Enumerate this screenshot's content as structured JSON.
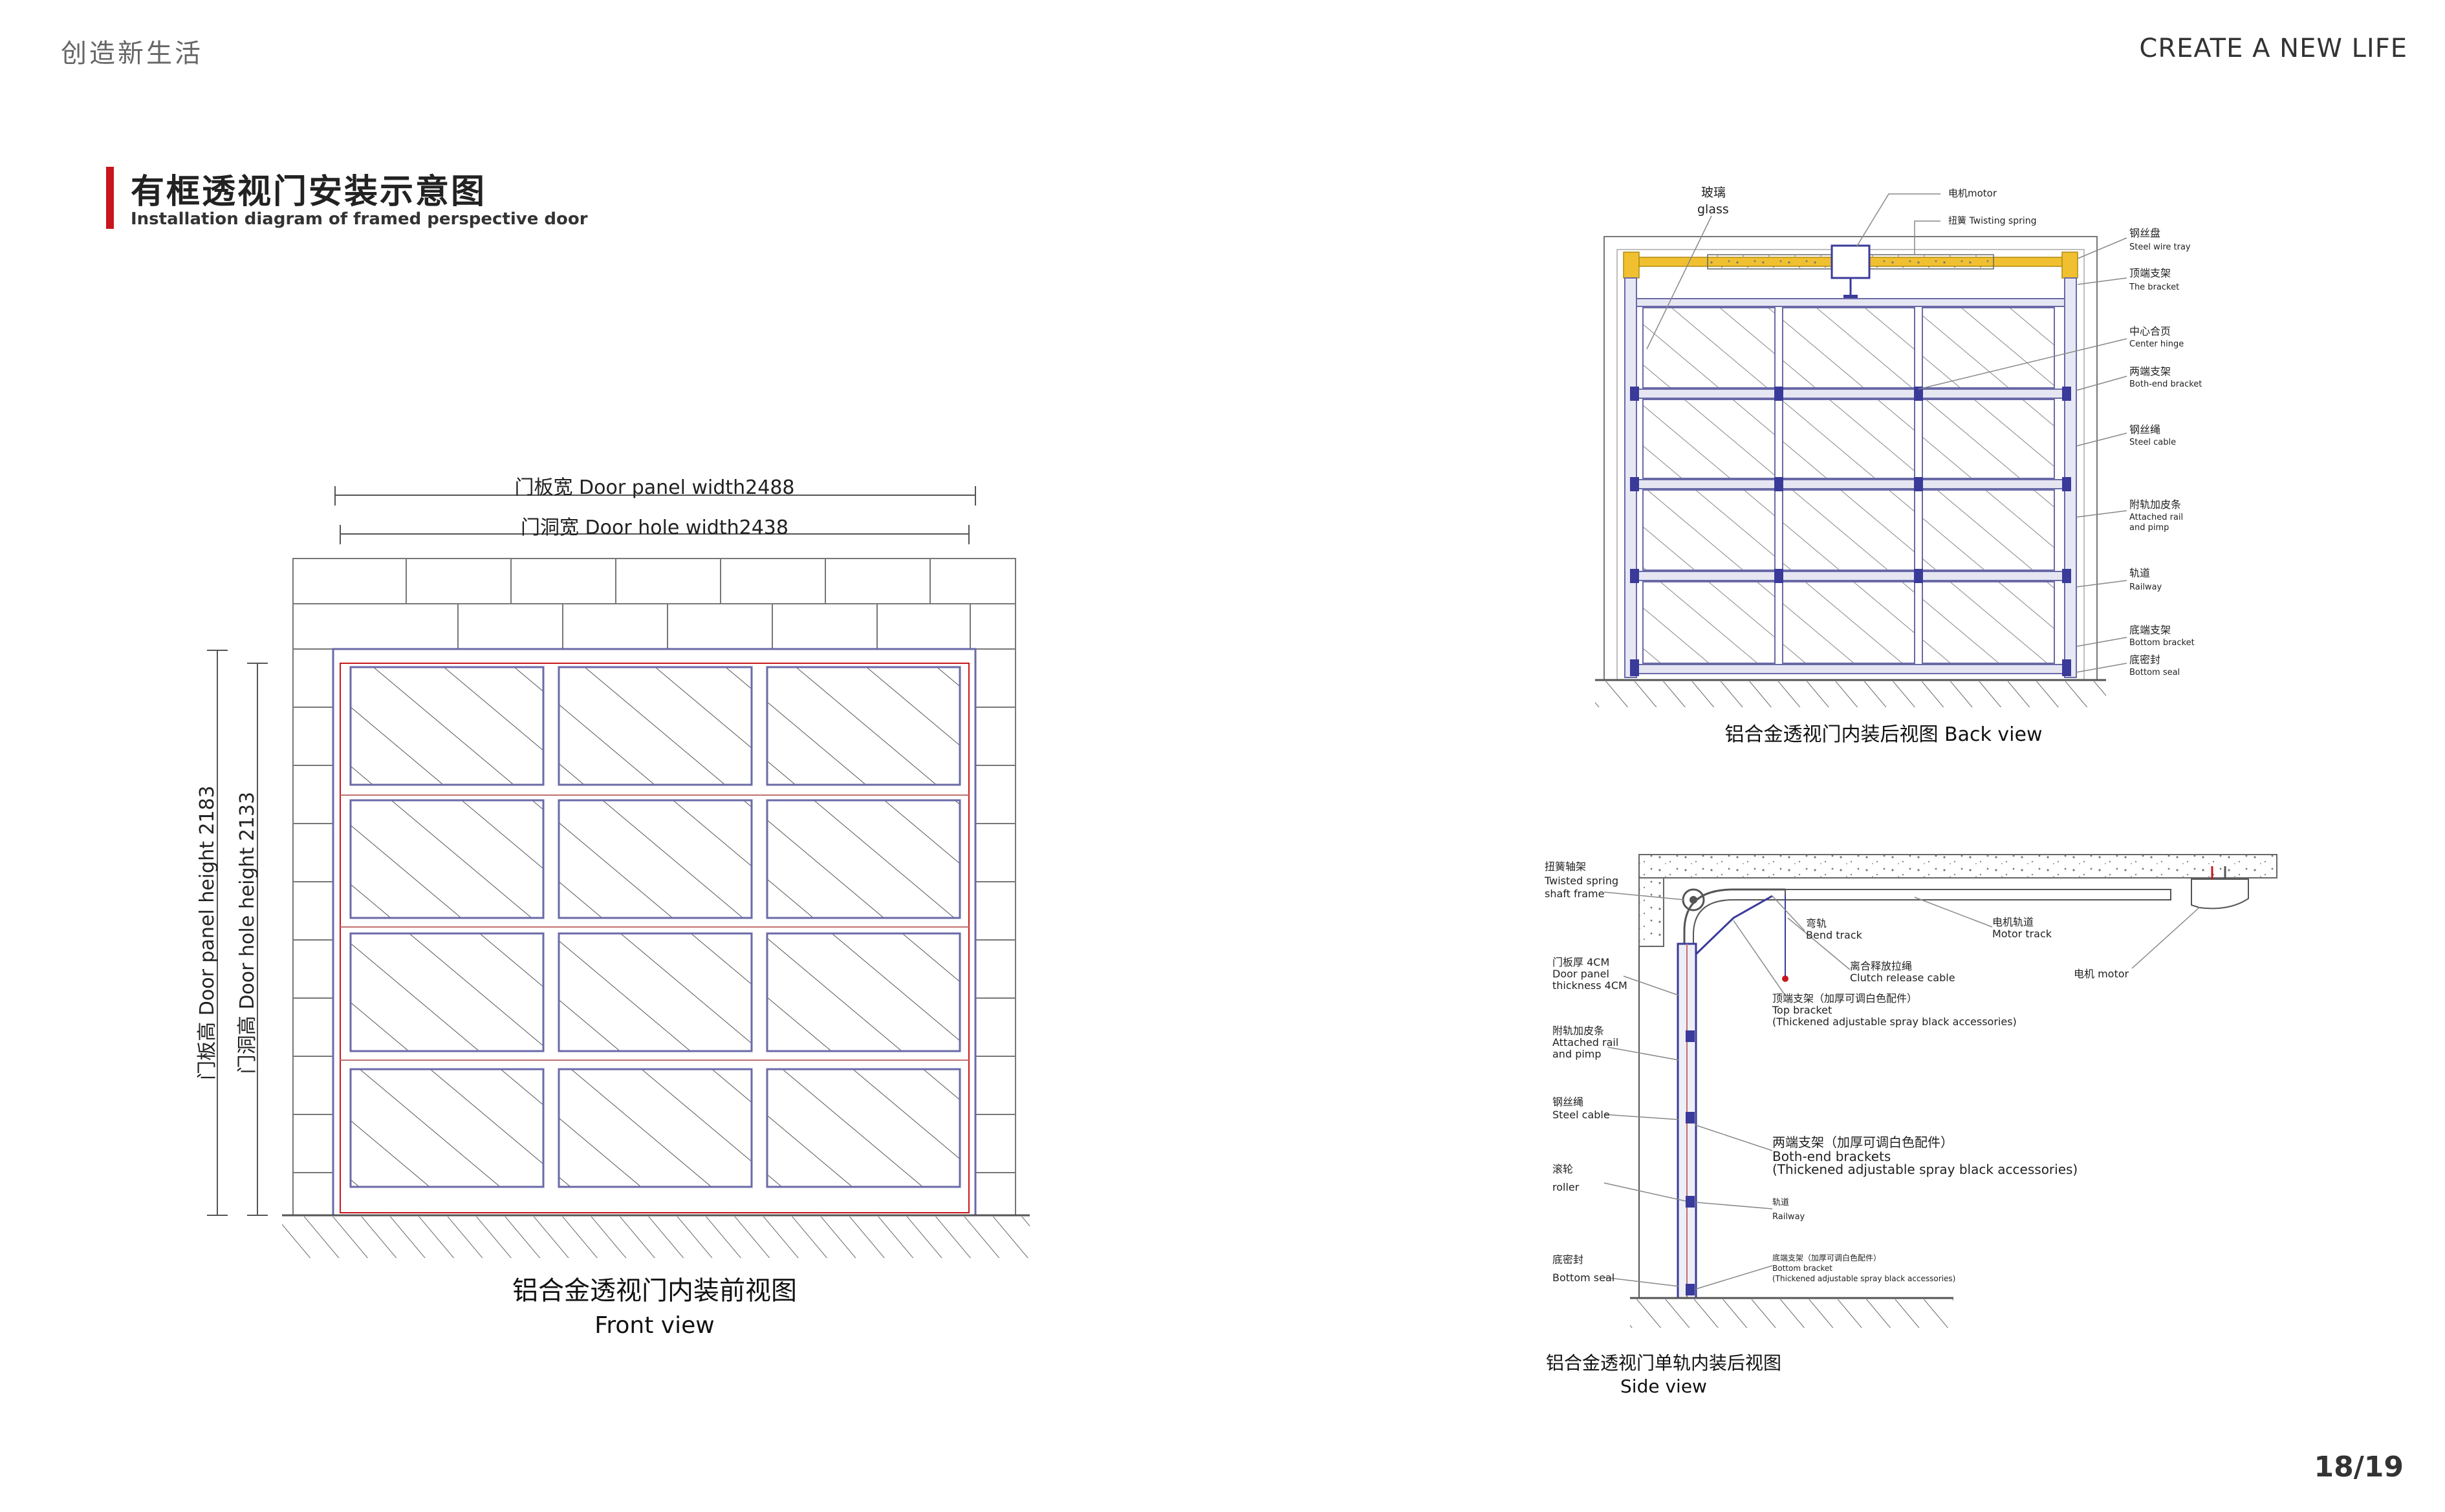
{
  "header": {
    "left": "创造新生活",
    "right": "CREATE A NEW LIFE"
  },
  "title": {
    "cn": "有框透视门安装示意图",
    "en": "Installation diagram of framed perspective door"
  },
  "page_number": "18/19",
  "front_view": {
    "panel_width_label": "门板宽 Door panel width2488",
    "hole_width_label": "门洞宽 Door hole width2438",
    "panel_height_label": "门板高 Door panel height 2183",
    "hole_height_label": "门洞高 Door hole height 2133",
    "caption_cn": "铝合金透视门内装前视图",
    "caption_en": "Front view"
  },
  "back_view": {
    "caption": "铝合金透视门内装后视图 Back view",
    "labels": {
      "glass_cn": "玻璃",
      "glass_en": "glass",
      "motor": "电机motor",
      "spring": "扭簧 Twisting spring",
      "tray_cn": "钢丝盘",
      "tray_en": "Steel wire tray",
      "bracket_cn": "顶端支架",
      "bracket_en": "The bracket",
      "hinge_cn": "中心合页",
      "hinge_en": "Center hinge",
      "both_cn": "两端支架",
      "both_en": "Both-end bracket",
      "cable_cn": "钢丝绳",
      "cable_en": "Steel cable",
      "rail_cn": "附轨加皮条",
      "rail_en1": "Attached rail",
      "rail_en2": "and pimp",
      "railway_cn": "轨道",
      "railway_en": "Railway",
      "bottom_cn": "底端支架",
      "bottom_en": "Bottom bracket",
      "seal_cn": "底密封",
      "seal_en": "Bottom seal"
    }
  },
  "side_view": {
    "caption_cn": "铝合金透视门单轨内装后视图",
    "caption_en": "Side view",
    "labels": {
      "shaft_cn": "扭簧轴架",
      "shaft_en1": "Twisted spring",
      "shaft_en2": "shaft frame",
      "bend_cn": "弯轨",
      "bend_en": "Bend track",
      "motor_track_cn": "电机轨道",
      "motor_track_en": "Motor track",
      "motor": "电机 motor",
      "clutch_cn": "离合释放拉绳",
      "clutch_en": "Clutch release cable",
      "top_cn": "顶端支架（加厚可调白色配件）",
      "top_en1": "Top bracket",
      "top_en2": "(Thickened adjustable spray black accessories)",
      "thick_cn": "门板厚 4CM",
      "thick_en1": "Door panel",
      "thick_en2": "thickness 4CM",
      "rail_cn": "附轨加皮条",
      "rail_en1": "Attached rail",
      "rail_en2": "and pimp",
      "cable_cn": "钢丝绳",
      "cable_en": "Steel cable",
      "both_cn": "两端支架（加厚可调白色配件）",
      "both_en1": "Both-end brackets",
      "both_en2": "(Thickened adjustable spray black accessories)",
      "roller_cn": "滚轮",
      "roller_en": "roller",
      "railway_cn": "轨道",
      "railway_en": "Railway",
      "seal_cn": "底密封",
      "seal_en": "Bottom seal",
      "bottom_cn": "底端支架（加厚可调白色配件）",
      "bottom_en1": "Bottom bracket",
      "bottom_en2": "(Thickened adjustable spray black accessories)"
    }
  }
}
